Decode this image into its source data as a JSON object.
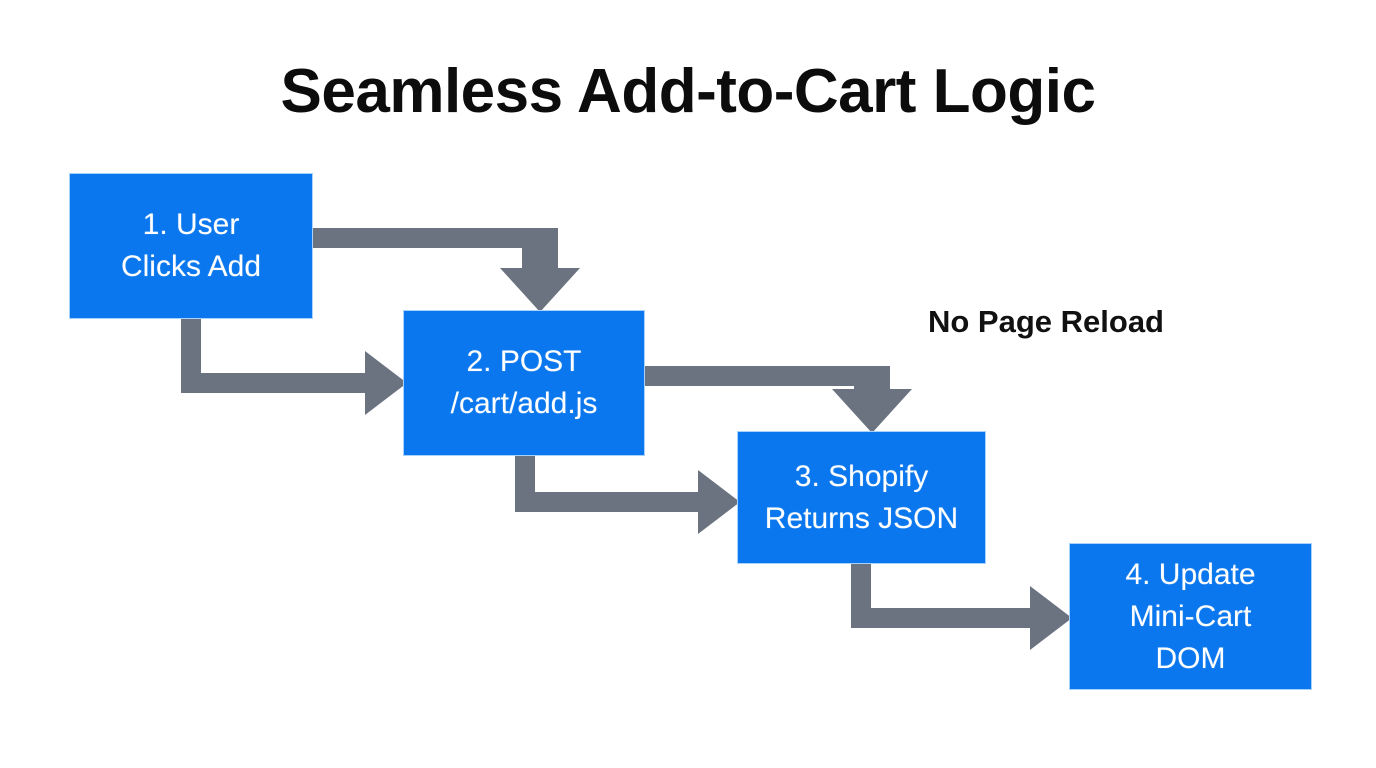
{
  "diagram": {
    "title": "Seamless Add-to-Cart Logic",
    "type": "flowchart",
    "orientation": "left-to-right descending staircase",
    "background_color": "#FFFFFF",
    "node_fill_color": "#0B77EE",
    "node_text_color": "#FFFFFF",
    "arrow_color": "#6B7280",
    "title_color": "#0C0C0C",
    "annotation": {
      "label": "No Page Reload"
    },
    "nodes": [
      {
        "id": "node-1",
        "step": "1",
        "label": "1. User\nClicks Add",
        "line_1": "1. User",
        "line_2": "Clicks Add"
      },
      {
        "id": "node-2",
        "step": "2",
        "label": "2. POST\n/cart/add.js",
        "line_1": "2. POST",
        "line_2": "/cart/add.js"
      },
      {
        "id": "node-3",
        "step": "3",
        "label": "3. Shopify\nReturns JSON",
        "line_1": "3. Shopify",
        "line_2": "Returns JSON"
      },
      {
        "id": "node-4",
        "step": "4",
        "label": "4. Update\nMini-Cart\nDOM",
        "line_1": "4. Update",
        "line_2": "Mini-Cart",
        "line_3": "DOM"
      }
    ],
    "connectors": [
      {
        "id": "arrow-1-top-to-2",
        "from": "node-1",
        "to": "node-2",
        "path": "right-then-down"
      },
      {
        "id": "arrow-1-bottom-to-2",
        "from": "node-1",
        "to": "node-2",
        "path": "down-then-right"
      },
      {
        "id": "arrow-2-top-to-3",
        "from": "node-2",
        "to": "node-3",
        "path": "right-then-down"
      },
      {
        "id": "arrow-2-bottom-to-3",
        "from": "node-2",
        "to": "node-3",
        "path": "down-then-right"
      },
      {
        "id": "arrow-3-bottom-to-4",
        "from": "node-3",
        "to": "node-4",
        "path": "down-then-right"
      }
    ]
  }
}
